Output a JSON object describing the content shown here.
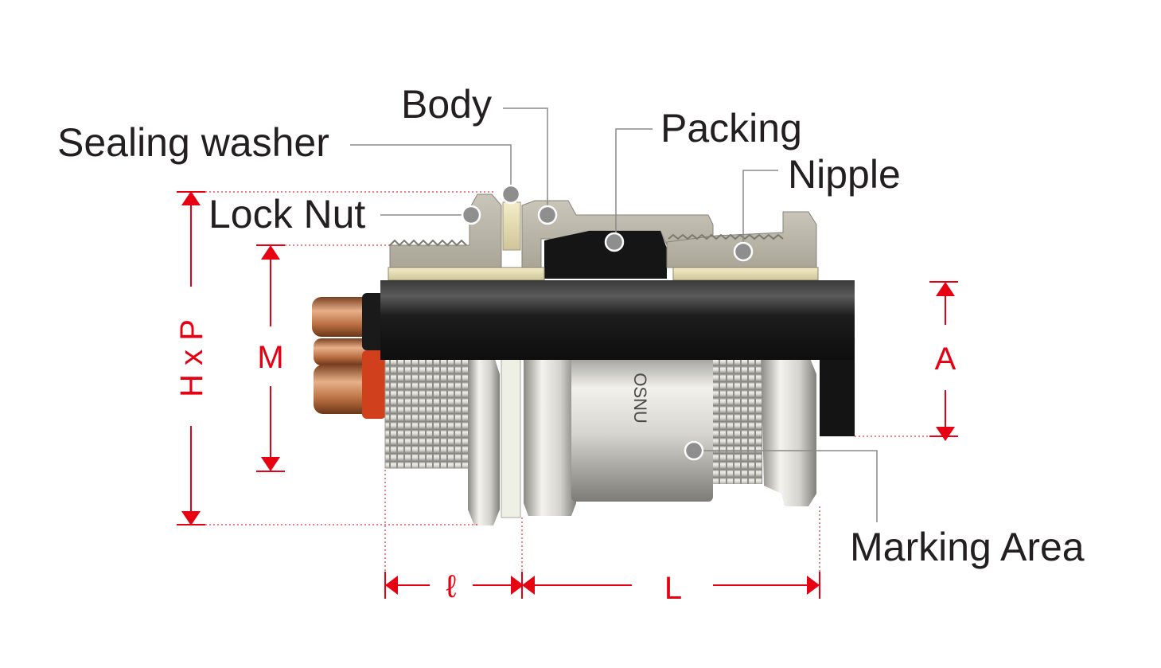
{
  "callouts": {
    "sealing_washer": "Sealing washer",
    "body": "Body",
    "packing": "Packing",
    "nipple": "Nipple",
    "lock_nut": "Lock Nut",
    "marking_area": "Marking Area"
  },
  "dimensions": {
    "hxp": "H x P",
    "m": "M",
    "a": "A",
    "l_small": "ℓ",
    "l_large": "L"
  },
  "marking_text": "OSNU",
  "colors": {
    "dimension_red": "#e60012",
    "callout_gray": "#8a8a8a",
    "cable_black": "#1f1f1f",
    "metal_light": "#d9d8d2",
    "copper": "#c07a4a"
  }
}
